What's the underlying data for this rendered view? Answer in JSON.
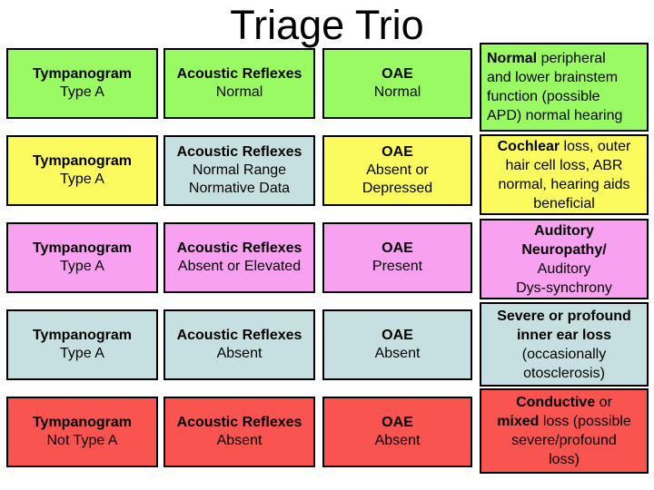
{
  "title": "Triage Trio",
  "colors": {
    "green": "#9AFA63",
    "yellow": "#FBFB60",
    "pink": "#F8A1F0",
    "blue": "#C6E0E2",
    "red": "#F95450",
    "border": "#000000",
    "text": "#000000",
    "background": "#FFFFFF"
  },
  "grid": {
    "columns": [
      "tympanogram",
      "acoustic-reflexes",
      "oae",
      "interpretation"
    ],
    "rows": [
      {
        "name": "normal-hearing",
        "cells": [
          {
            "name": "tympanogram",
            "color": "green",
            "align": "center",
            "lines": [
              [
                {
                  "t": "Tympanogram",
                  "b": true
                }
              ],
              [
                {
                  "t": "Type A",
                  "b": false
                }
              ]
            ]
          },
          {
            "name": "acoustic-reflexes",
            "color": "green",
            "align": "center",
            "lines": [
              [
                {
                  "t": "Acoustic Reflexes",
                  "b": true
                }
              ],
              [
                {
                  "t": "Normal",
                  "b": false
                }
              ]
            ]
          },
          {
            "name": "oae",
            "color": "green",
            "align": "center",
            "lines": [
              [
                {
                  "t": "OAE",
                  "b": true
                }
              ],
              [
                {
                  "t": "Normal",
                  "b": false
                }
              ]
            ]
          },
          {
            "name": "interpretation",
            "color": "green",
            "align": "left",
            "lines": [
              [
                {
                  "t": "Normal",
                  "b": true
                },
                {
                  "t": " peripheral",
                  "b": false
                }
              ],
              [
                {
                  "t": "and lower brainstem",
                  "b": false
                }
              ],
              [
                {
                  "t": "function (possible",
                  "b": false
                }
              ],
              [
                {
                  "t": "APD) normal hearing",
                  "b": false
                }
              ]
            ]
          }
        ]
      },
      {
        "name": "cochlear-loss",
        "cells": [
          {
            "name": "tympanogram",
            "color": "yellow",
            "align": "center",
            "lines": [
              [
                {
                  "t": "Tympanogram",
                  "b": true
                }
              ],
              [
                {
                  "t": "Type A",
                  "b": false
                }
              ]
            ]
          },
          {
            "name": "acoustic-reflexes",
            "color": "blue",
            "align": "center",
            "lines": [
              [
                {
                  "t": "Acoustic Reflexes",
                  "b": true
                }
              ],
              [
                {
                  "t": "Normal Range",
                  "b": false
                }
              ],
              [
                {
                  "t": "Normative Data",
                  "b": false
                }
              ]
            ]
          },
          {
            "name": "oae",
            "color": "yellow",
            "align": "center",
            "lines": [
              [
                {
                  "t": "OAE",
                  "b": true
                }
              ],
              [
                {
                  "t": "Absent or",
                  "b": false
                }
              ],
              [
                {
                  "t": "Depressed",
                  "b": false
                }
              ]
            ]
          },
          {
            "name": "interpretation",
            "color": "yellow",
            "align": "center",
            "lines": [
              [
                {
                  "t": "Cochlear",
                  "b": true
                },
                {
                  "t": " loss, outer",
                  "b": false
                }
              ],
              [
                {
                  "t": "hair cell loss, ABR",
                  "b": false
                }
              ],
              [
                {
                  "t": "normal, hearing aids",
                  "b": false
                }
              ],
              [
                {
                  "t": "beneficial",
                  "b": false
                }
              ]
            ]
          }
        ]
      },
      {
        "name": "auditory-neuropathy",
        "cells": [
          {
            "name": "tympanogram",
            "color": "pink",
            "align": "center",
            "lines": [
              [
                {
                  "t": "Tympanogram",
                  "b": true
                }
              ],
              [
                {
                  "t": "Type A",
                  "b": false
                }
              ]
            ]
          },
          {
            "name": "acoustic-reflexes",
            "color": "pink",
            "align": "center",
            "lines": [
              [
                {
                  "t": "Acoustic Reflexes",
                  "b": true
                }
              ],
              [
                {
                  "t": "Absent or Elevated",
                  "b": false
                }
              ]
            ]
          },
          {
            "name": "oae",
            "color": "pink",
            "align": "center",
            "lines": [
              [
                {
                  "t": "OAE",
                  "b": true
                }
              ],
              [
                {
                  "t": "Present",
                  "b": false
                }
              ]
            ]
          },
          {
            "name": "interpretation",
            "color": "pink",
            "align": "center",
            "lines": [
              [
                {
                  "t": "Auditory",
                  "b": true
                }
              ],
              [
                {
                  "t": "Neuropathy/",
                  "b": true
                }
              ],
              [
                {
                  "t": "Auditory",
                  "b": false
                }
              ],
              [
                {
                  "t": "Dys-synchrony",
                  "b": false
                }
              ]
            ]
          }
        ]
      },
      {
        "name": "severe-inner-ear-loss",
        "cells": [
          {
            "name": "tympanogram",
            "color": "blue",
            "align": "center",
            "lines": [
              [
                {
                  "t": "Tympanogram",
                  "b": true
                }
              ],
              [
                {
                  "t": "Type A",
                  "b": false
                }
              ]
            ]
          },
          {
            "name": "acoustic-reflexes",
            "color": "blue",
            "align": "center",
            "lines": [
              [
                {
                  "t": "Acoustic Reflexes",
                  "b": true
                }
              ],
              [
                {
                  "t": "Absent",
                  "b": false
                }
              ]
            ]
          },
          {
            "name": "oae",
            "color": "blue",
            "align": "center",
            "lines": [
              [
                {
                  "t": "OAE",
                  "b": true
                }
              ],
              [
                {
                  "t": "Absent",
                  "b": false
                }
              ]
            ]
          },
          {
            "name": "interpretation",
            "color": "blue",
            "align": "center",
            "lines": [
              [
                {
                  "t": "Severe or profound",
                  "b": true
                }
              ],
              [
                {
                  "t": "inner ear loss",
                  "b": true
                }
              ],
              [
                {
                  "t": "(occasionally",
                  "b": false
                }
              ],
              [
                {
                  "t": "otosclerosis)",
                  "b": false
                }
              ]
            ]
          }
        ]
      },
      {
        "name": "conductive-mixed-loss",
        "cells": [
          {
            "name": "tympanogram",
            "color": "red",
            "align": "center",
            "lines": [
              [
                {
                  "t": "Tympanogram",
                  "b": true
                }
              ],
              [
                {
                  "t": "Not Type A",
                  "b": false
                }
              ]
            ]
          },
          {
            "name": "acoustic-reflexes",
            "color": "red",
            "align": "center",
            "lines": [
              [
                {
                  "t": "Acoustic Reflexes",
                  "b": true
                }
              ],
              [
                {
                  "t": "Absent",
                  "b": false
                }
              ]
            ]
          },
          {
            "name": "oae",
            "color": "red",
            "align": "center",
            "lines": [
              [
                {
                  "t": "OAE",
                  "b": true
                }
              ],
              [
                {
                  "t": "Absent",
                  "b": false
                }
              ]
            ]
          },
          {
            "name": "interpretation",
            "color": "red",
            "align": "center",
            "lines": [
              [
                {
                  "t": "Conductive",
                  "b": true
                },
                {
                  "t": " or",
                  "b": false
                }
              ],
              [
                {
                  "t": "mixed",
                  "b": true
                },
                {
                  "t": " loss (possible",
                  "b": false
                }
              ],
              [
                {
                  "t": "severe/profound",
                  "b": false
                }
              ],
              [
                {
                  "t": "loss)",
                  "b": false
                }
              ]
            ]
          }
        ]
      }
    ]
  }
}
